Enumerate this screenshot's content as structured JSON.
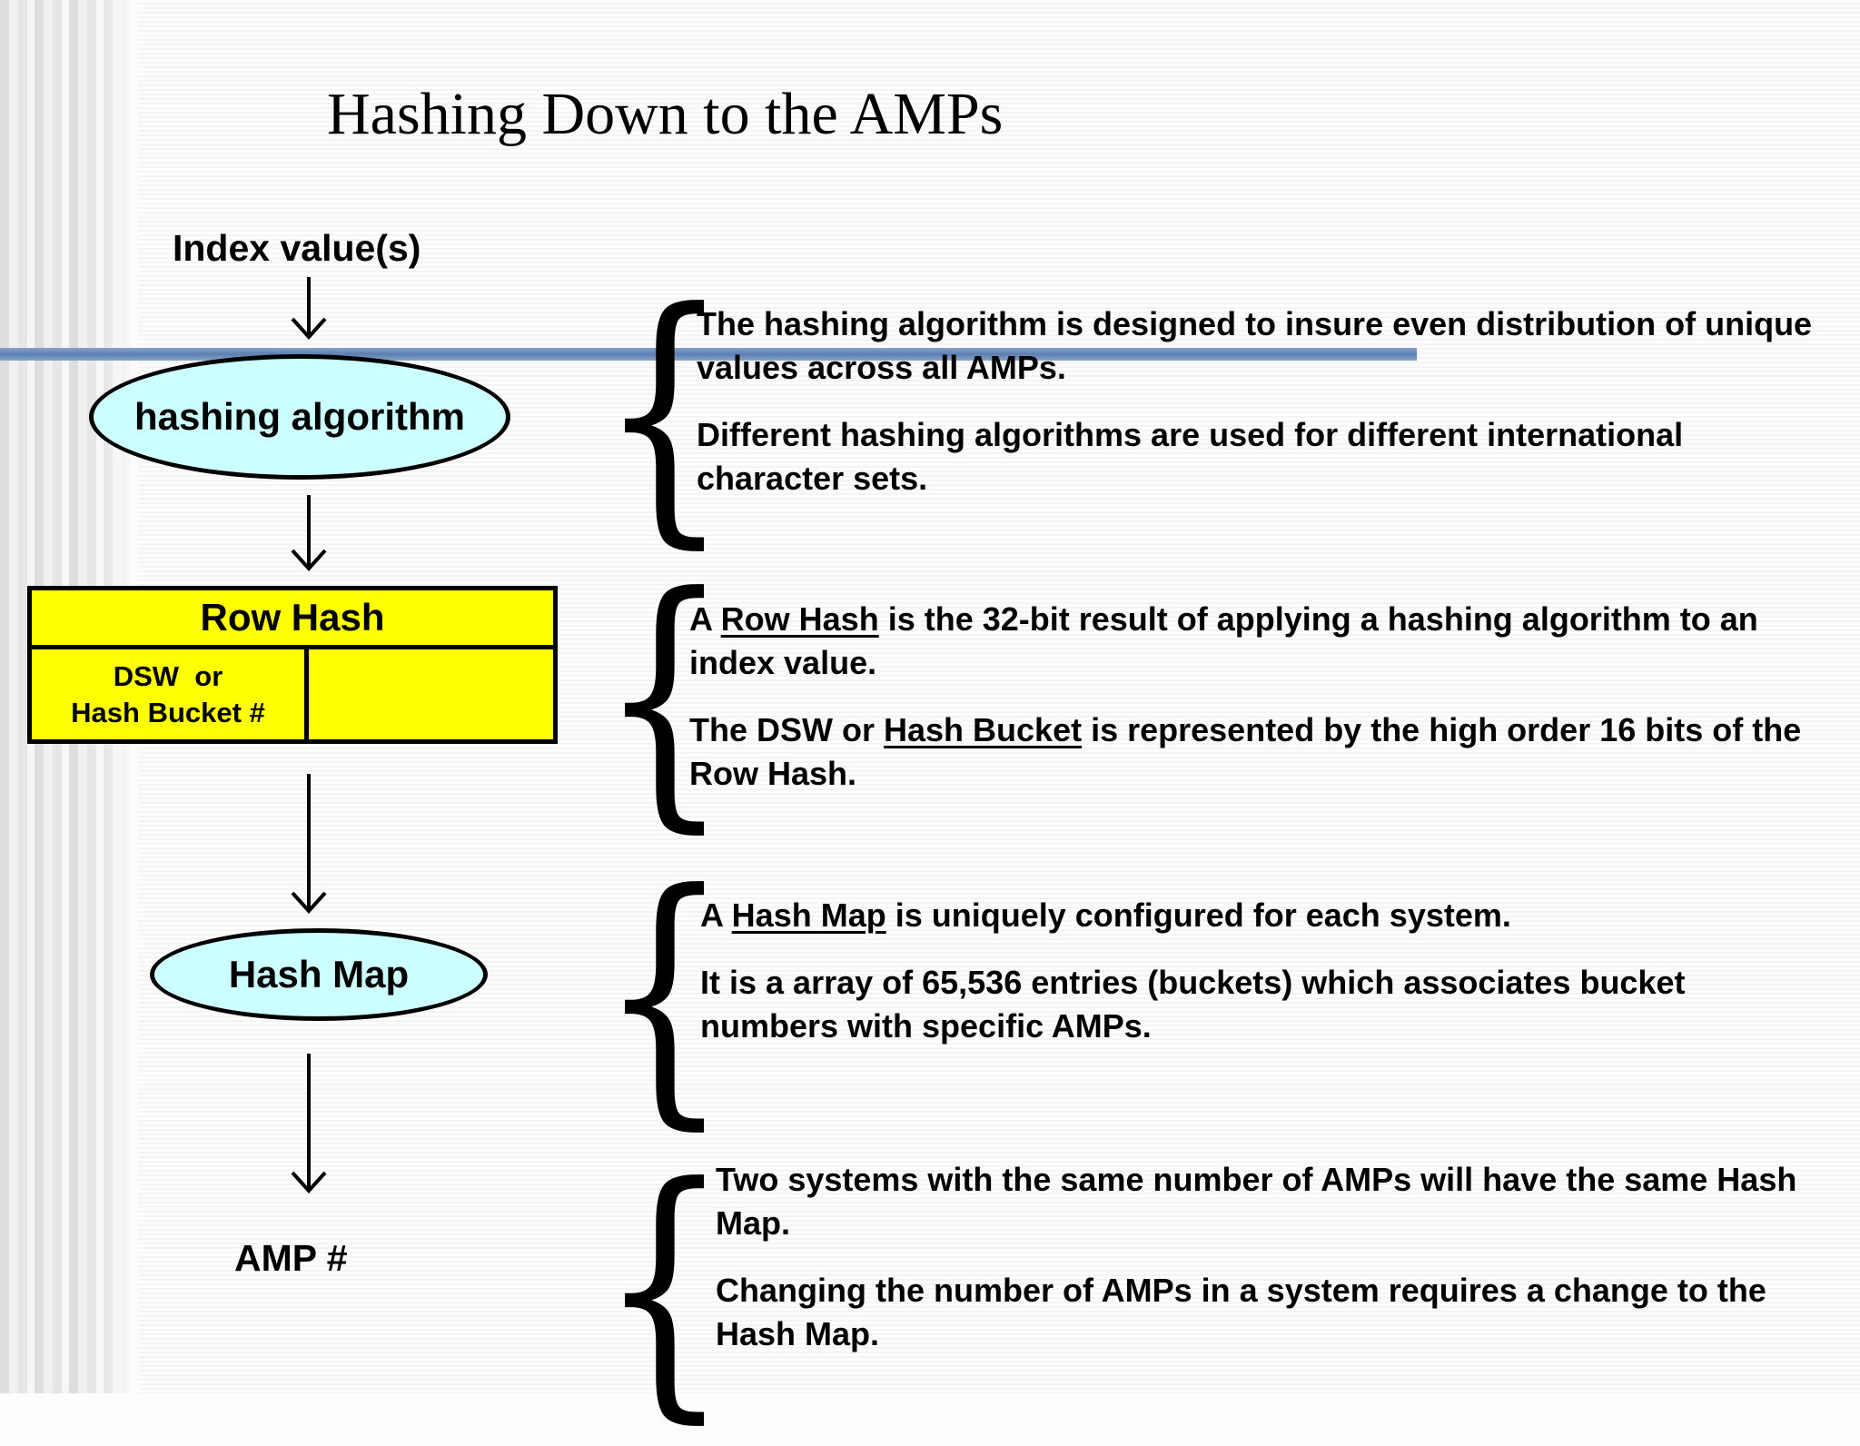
{
  "title": "Hashing Down to the AMPs",
  "flow": {
    "index_values": "Index value(s)",
    "hashing_algorithm": "hashing algorithm",
    "row_hash": {
      "title": "Row Hash",
      "left_line1": "DSW  or",
      "left_line2": "Hash Bucket #"
    },
    "hash_map": "Hash Map",
    "amp": "AMP #"
  },
  "notes": {
    "hashing": {
      "p1": "The hashing algorithm is designed to insure even distribution of unique values across all AMPs.",
      "p2": "Different hashing algorithms are used for different international character sets."
    },
    "row_hash": {
      "p1_prefix": "A ",
      "p1_term": "Row Hash",
      "p1_rest": " is the 32-bit result of applying a hashing algorithm to an index value.",
      "p2_prefix": "The DSW or ",
      "p2_term": "Hash Bucket",
      "p2_rest": " is represented by the high order 16 bits of the Row Hash."
    },
    "hash_map": {
      "p1_prefix": "A ",
      "p1_term": "Hash Map",
      "p1_rest": " is uniquely configured for each system.",
      "p2": "It is a array of 65,536 entries (buckets) which associates bucket numbers with specific AMPs."
    },
    "amps": {
      "p1": "Two systems with the same number of AMPs will have the same Hash Map.",
      "p2": "Changing the number of AMPs in a system requires a change to the Hash Map."
    }
  },
  "colors": {
    "ellipse_fill": "#ccffff",
    "row_hash_fill": "#ffff00",
    "accent_bar": "#5b7fb0"
  }
}
